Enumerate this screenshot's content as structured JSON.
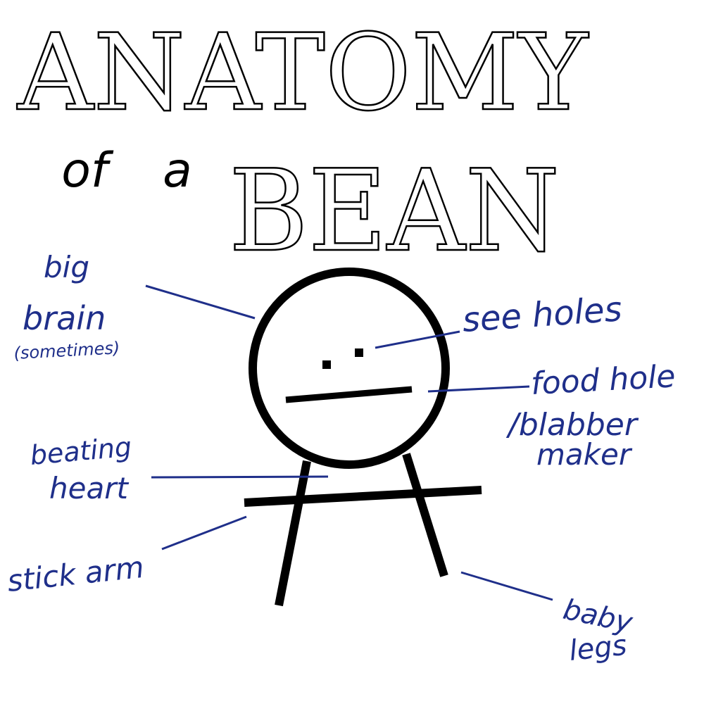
{
  "title": {
    "line1": "ANATOMY",
    "of": "of",
    "a": "a",
    "line2": "BEAN"
  },
  "labels": {
    "big": "big",
    "brain": "brain",
    "sometimes": "(sometimes)",
    "see_holes": "see holes",
    "food_hole": "food hole",
    "blabber": "/blabber",
    "maker": "maker",
    "beating": "beating",
    "heart": "heart",
    "stick_arm": "stick arm",
    "baby": "baby",
    "legs": "legs"
  },
  "colors": {
    "ink": "#000000",
    "annotation": "#1f2f8a",
    "background": "#ffffff"
  }
}
